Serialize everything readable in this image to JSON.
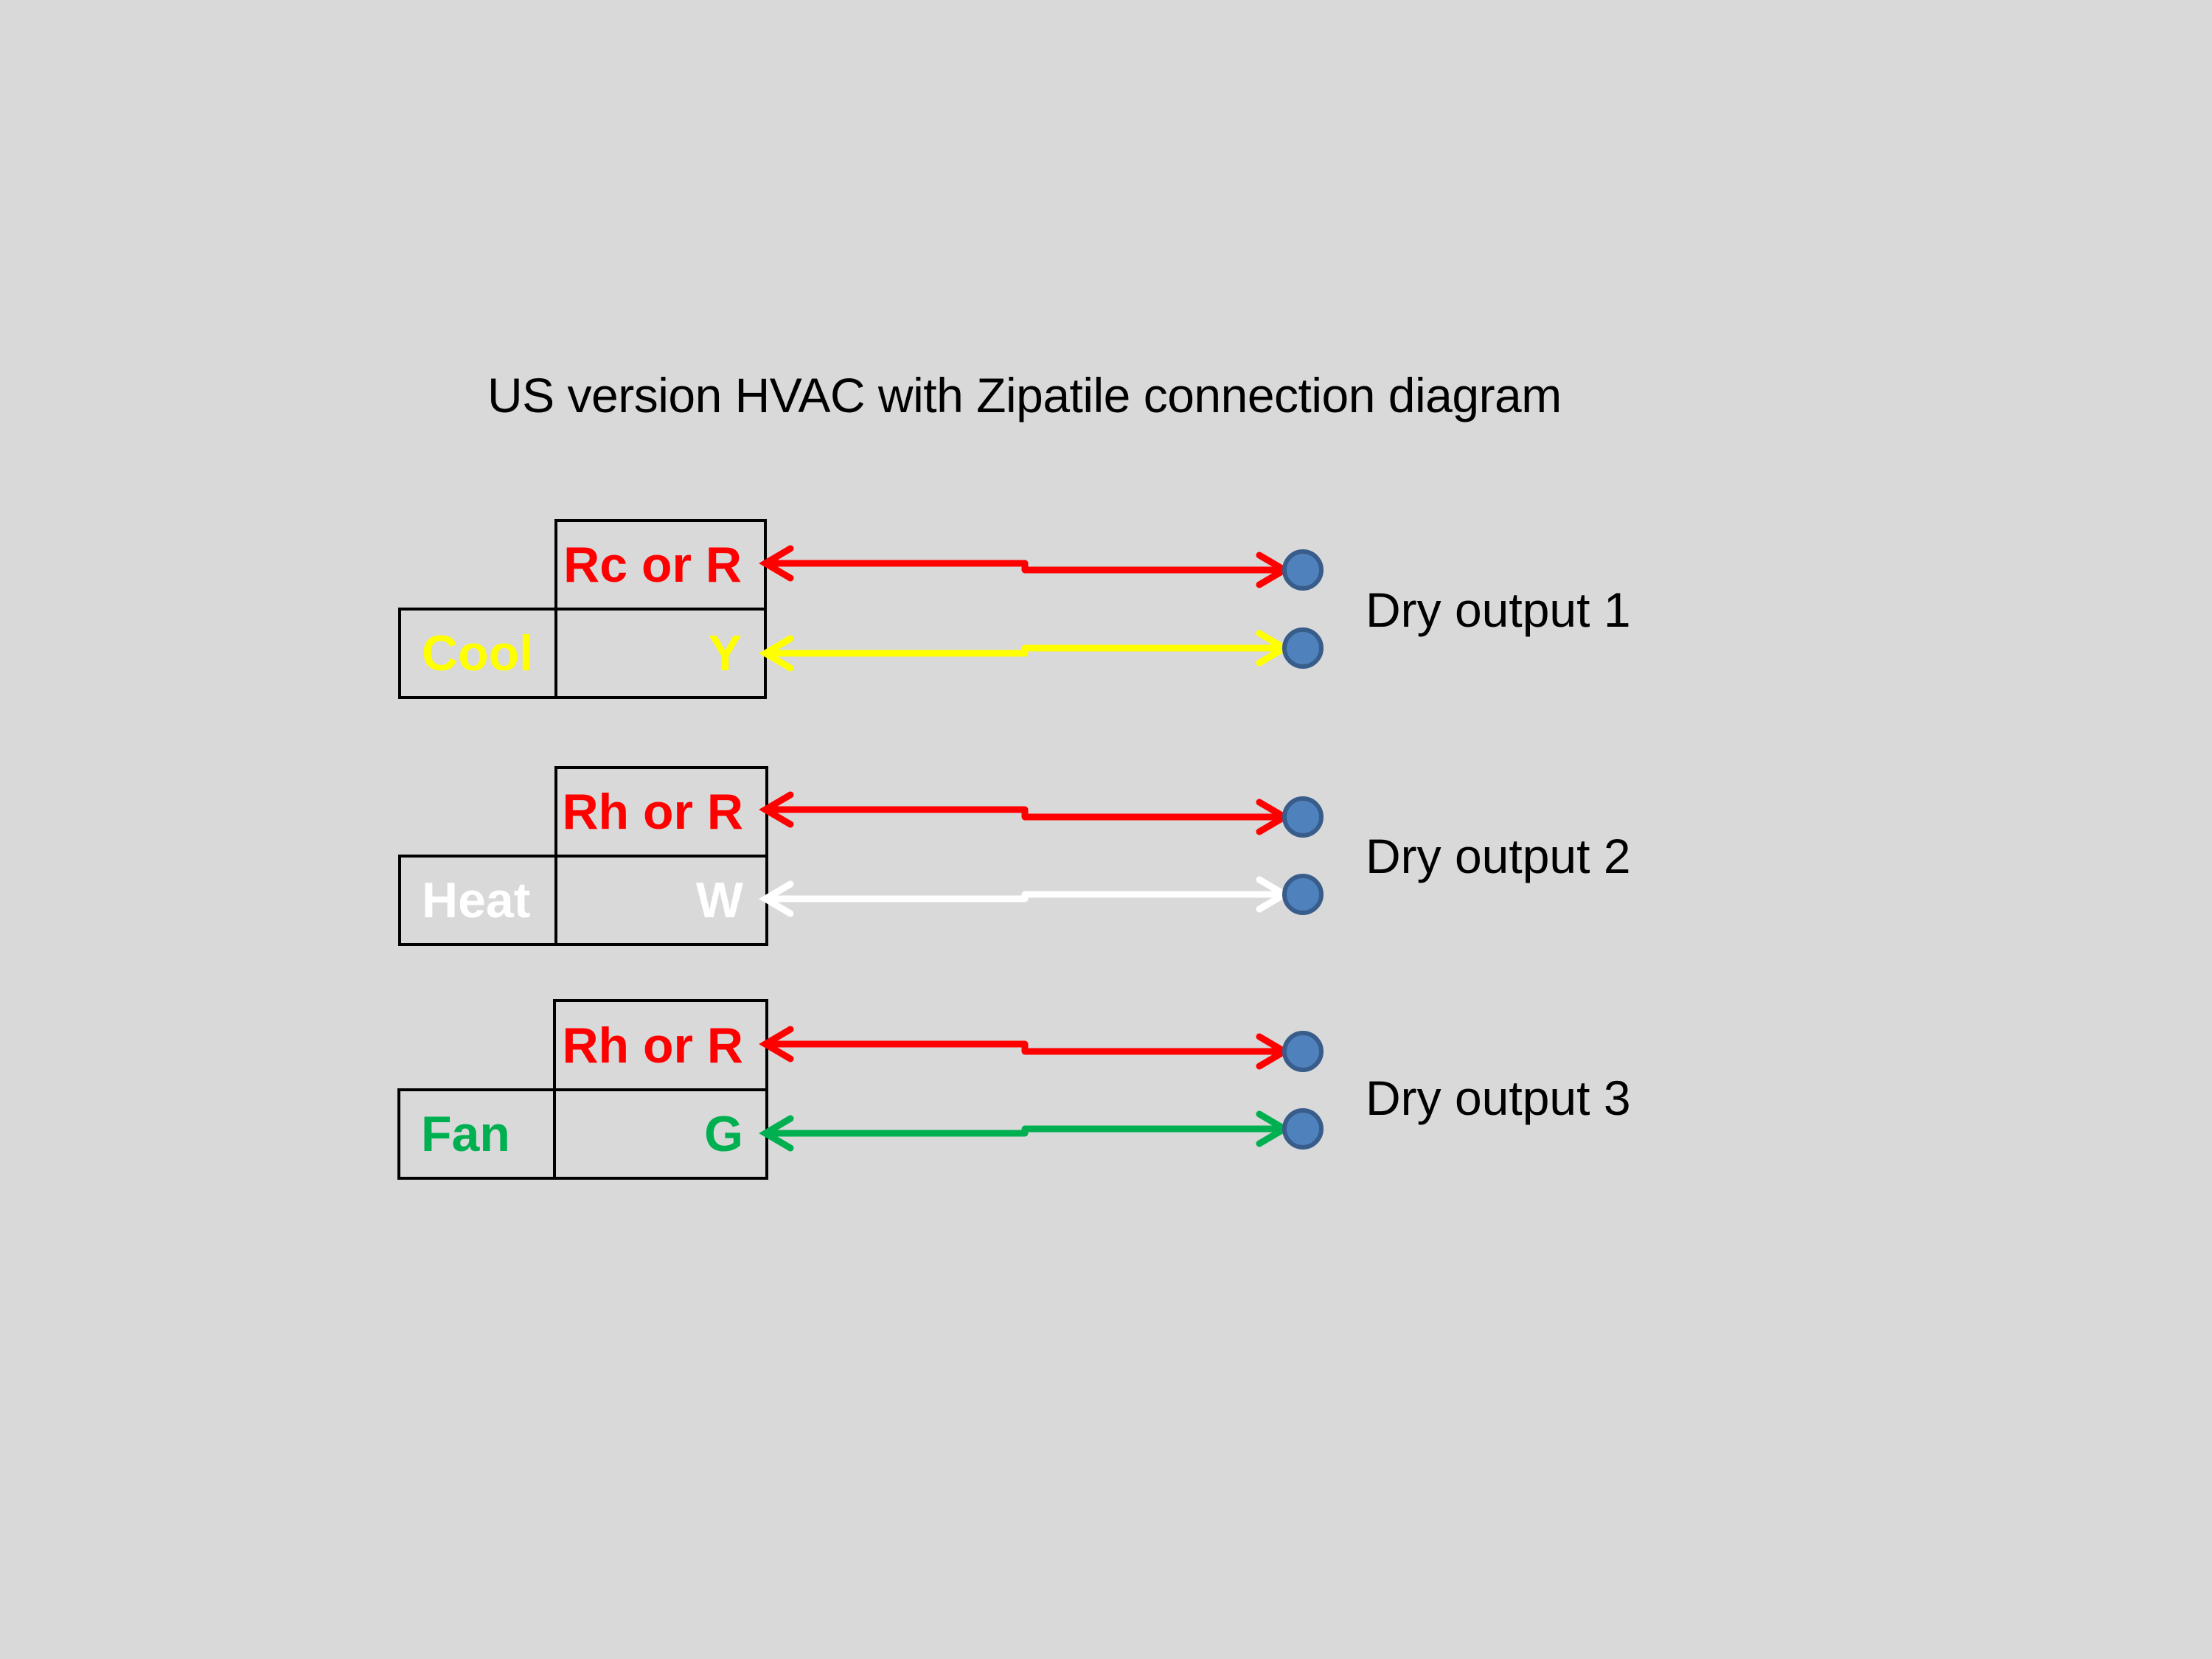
{
  "title": "US version HVAC with Zipatile connection diagram",
  "colors": {
    "background": "#d9d9d9",
    "red": "#ff0000",
    "yellow": "#ffff00",
    "white": "#ffffff",
    "green": "#00b050",
    "terminal_fill": "#4f81bd",
    "terminal_stroke": "#385d8a"
  },
  "blocks": [
    {
      "function_label": "Cool",
      "function_color": "#ffff00",
      "common_terminal": "Rc or R",
      "common_color": "#ff0000",
      "signal_terminal": "Y",
      "signal_color": "#ffff00",
      "output_label": "Dry output 1"
    },
    {
      "function_label": "Heat",
      "function_color": "#ffffff",
      "common_terminal": "Rh or R",
      "common_color": "#ff0000",
      "signal_terminal": "W",
      "signal_color": "#ffffff",
      "output_label": "Dry output 2"
    },
    {
      "function_label": "Fan",
      "function_color": "#00b050",
      "common_terminal": "Rh or R",
      "common_color": "#ff0000",
      "signal_terminal": "G",
      "signal_color": "#00b050",
      "output_label": "Dry output 3"
    }
  ]
}
